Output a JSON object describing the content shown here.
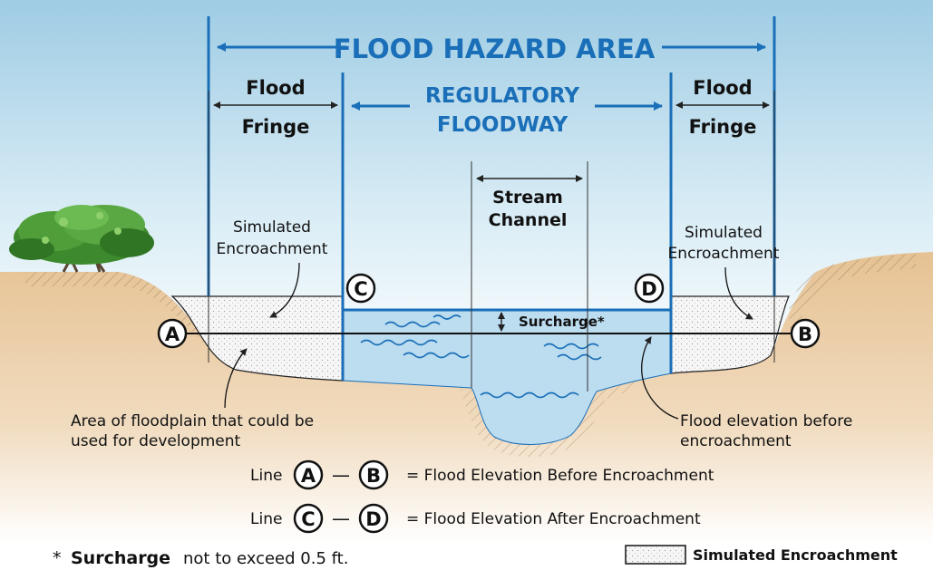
{
  "title": "FLOOD HAZARD AREA",
  "zones": {
    "fringe_left_line1": "Flood",
    "fringe_left_line2": "Fringe",
    "fringe_right_line1": "Flood",
    "fringe_right_line2": "Fringe",
    "floodway_line1": "REGULATORY",
    "floodway_line2": "FLOODWAY",
    "stream_line1": "Stream",
    "stream_line2": "Channel"
  },
  "annotations": {
    "encroach_left_line1": "Simulated",
    "encroach_left_line2": "Encroachment",
    "encroach_right_line1": "Simulated",
    "encroach_right_line2": "Encroachment",
    "surcharge": "Surcharge*",
    "development_line1": "Area of floodplain that could be",
    "development_line2": "used for development",
    "flood_elev_line1": "Flood elevation before",
    "flood_elev_line2": "encroachment"
  },
  "points": {
    "a": "A",
    "b": "B",
    "c": "C",
    "d": "D"
  },
  "legend": {
    "line_word": "Line",
    "dash": "—",
    "ab_desc": "= Flood Elevation Before Encroachment",
    "cd_desc": "= Flood Elevation After Encroachment",
    "surcharge_note_star": "*",
    "surcharge_note_bold": "Surcharge",
    "surcharge_note_rest": "not to exceed 0.5 ft.",
    "encroachment_key": "Simulated Encroachment"
  },
  "colors": {
    "sky_top": "#a9d3e8",
    "water": "#bcdcf0",
    "ground": "#e8c89a",
    "soil_hatch": "#b59a7a",
    "accent_blue": "#1a6fb8",
    "fill_dots": "#f3f3f3",
    "tree": "#3d8a2e"
  }
}
